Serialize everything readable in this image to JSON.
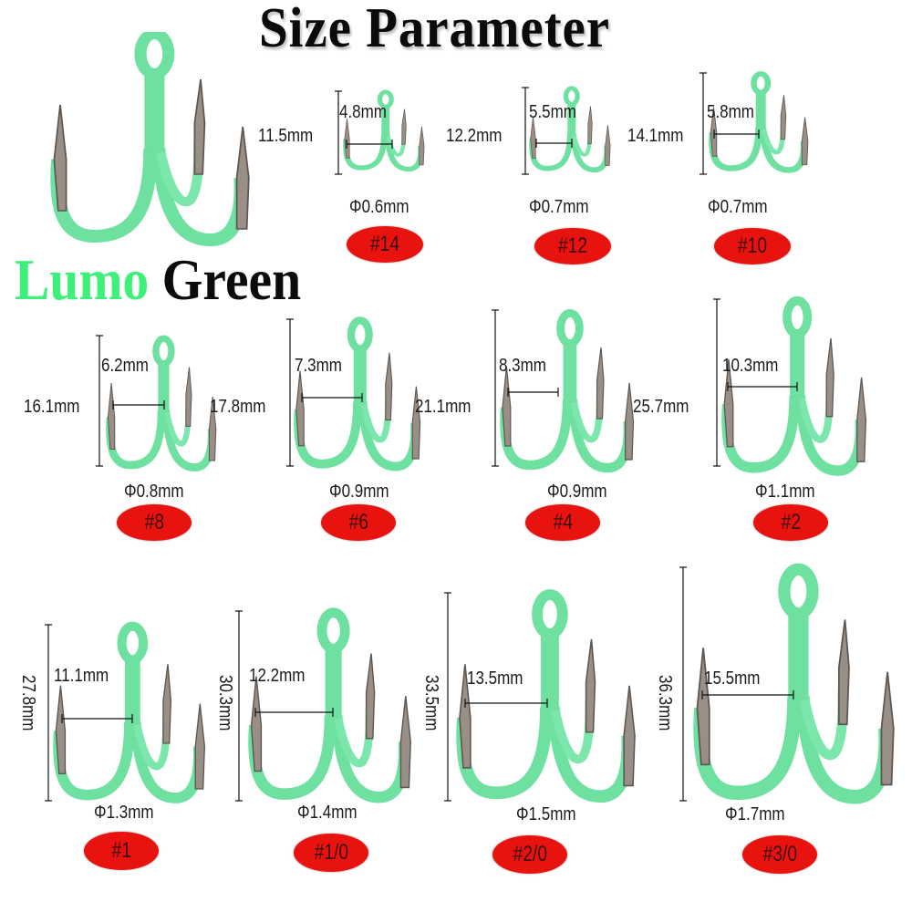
{
  "header": {
    "title": "Size Parameter",
    "subtitle_colored": "Lumo",
    "subtitle_plain": "Green"
  },
  "colors": {
    "hook_green": "#6ee0a0",
    "title_green": "#3df07a",
    "badge_red": "#e8120f",
    "metal": "#9a8f86"
  },
  "hooks": [
    {
      "size": "#14",
      "height": "11.5mm",
      "gap": "4.8mm",
      "wire": "Φ0.6mm"
    },
    {
      "size": "#12",
      "height": "12.2mm",
      "gap": "5.5mm",
      "wire": "Φ0.7mm"
    },
    {
      "size": "#10",
      "height": "14.1mm",
      "gap": "5.8mm",
      "wire": "Φ0.7mm"
    },
    {
      "size": "#8",
      "height": "16.1mm",
      "gap": "6.2mm",
      "wire": "Φ0.8mm"
    },
    {
      "size": "#6",
      "height": "17.8mm",
      "gap": "7.3mm",
      "wire": "Φ0.9mm"
    },
    {
      "size": "#4",
      "height": "21.1mm",
      "gap": "8.3mm",
      "wire": "Φ0.9mm"
    },
    {
      "size": "#2",
      "height": "25.7mm",
      "gap": "10.3mm",
      "wire": "Φ1.1mm"
    },
    {
      "size": "#1",
      "height": "27.8mm",
      "gap": "11.1mm",
      "wire": "Φ1.3mm"
    },
    {
      "size": "#1/0",
      "height": "30.3mm",
      "gap": "12.2mm",
      "wire": "Φ1.4mm"
    },
    {
      "size": "#2/0",
      "height": "33.5mm",
      "gap": "13.5mm",
      "wire": "Φ1.5mm"
    },
    {
      "size": "#3/0",
      "height": "36.3mm",
      "gap": "15.5mm",
      "wire": "Φ1.7mm"
    }
  ]
}
